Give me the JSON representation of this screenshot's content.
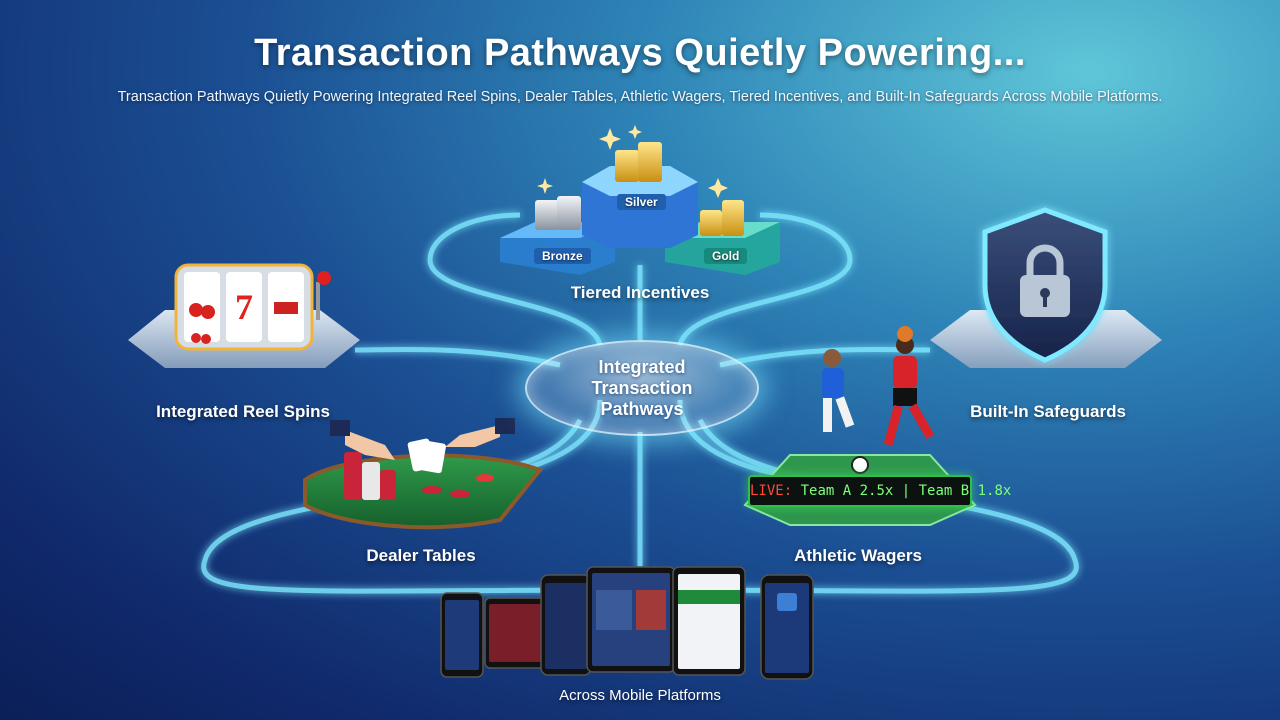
{
  "header": {
    "title": "Transaction Pathways Quietly Powering...",
    "subtitle": "Transaction Pathways Quietly Powering Integrated Reel Spins, Dealer Tables, Athletic Wagers, Tiered Incentives, and Built-In Safeguards Across Mobile Platforms."
  },
  "hub": {
    "label": "Integrated Transaction Pathways"
  },
  "nodes": {
    "tiered_incentives": "Tiered Incentives",
    "reel_spins": "Integrated Reel Spins",
    "safeguards": "Built-In Safeguards",
    "dealer_tables": "Dealer Tables",
    "athletic_wagers": "Athletic Wagers",
    "mobile": "Across Mobile Platforms"
  },
  "tiers": {
    "bronze": "Bronze",
    "silver": "Silver",
    "gold": "Gold"
  },
  "slot_symbol": "7",
  "ticker": {
    "live": "LIVE:",
    "odds": " Team A 2.5x | Team B 1.8x"
  },
  "colors": {
    "glow": "#7fe9ff",
    "ticker_border": "#2fbf4a",
    "live_text": "#ff4a3a"
  },
  "icons": [
    "slot-machine-icon",
    "playing-cards-icon",
    "poker-chips-icon",
    "coin-stack-icon",
    "shield-lock-icon",
    "soccer-player-icon",
    "basketball-player-icon",
    "smartphone-icon",
    "tablet-icon"
  ]
}
